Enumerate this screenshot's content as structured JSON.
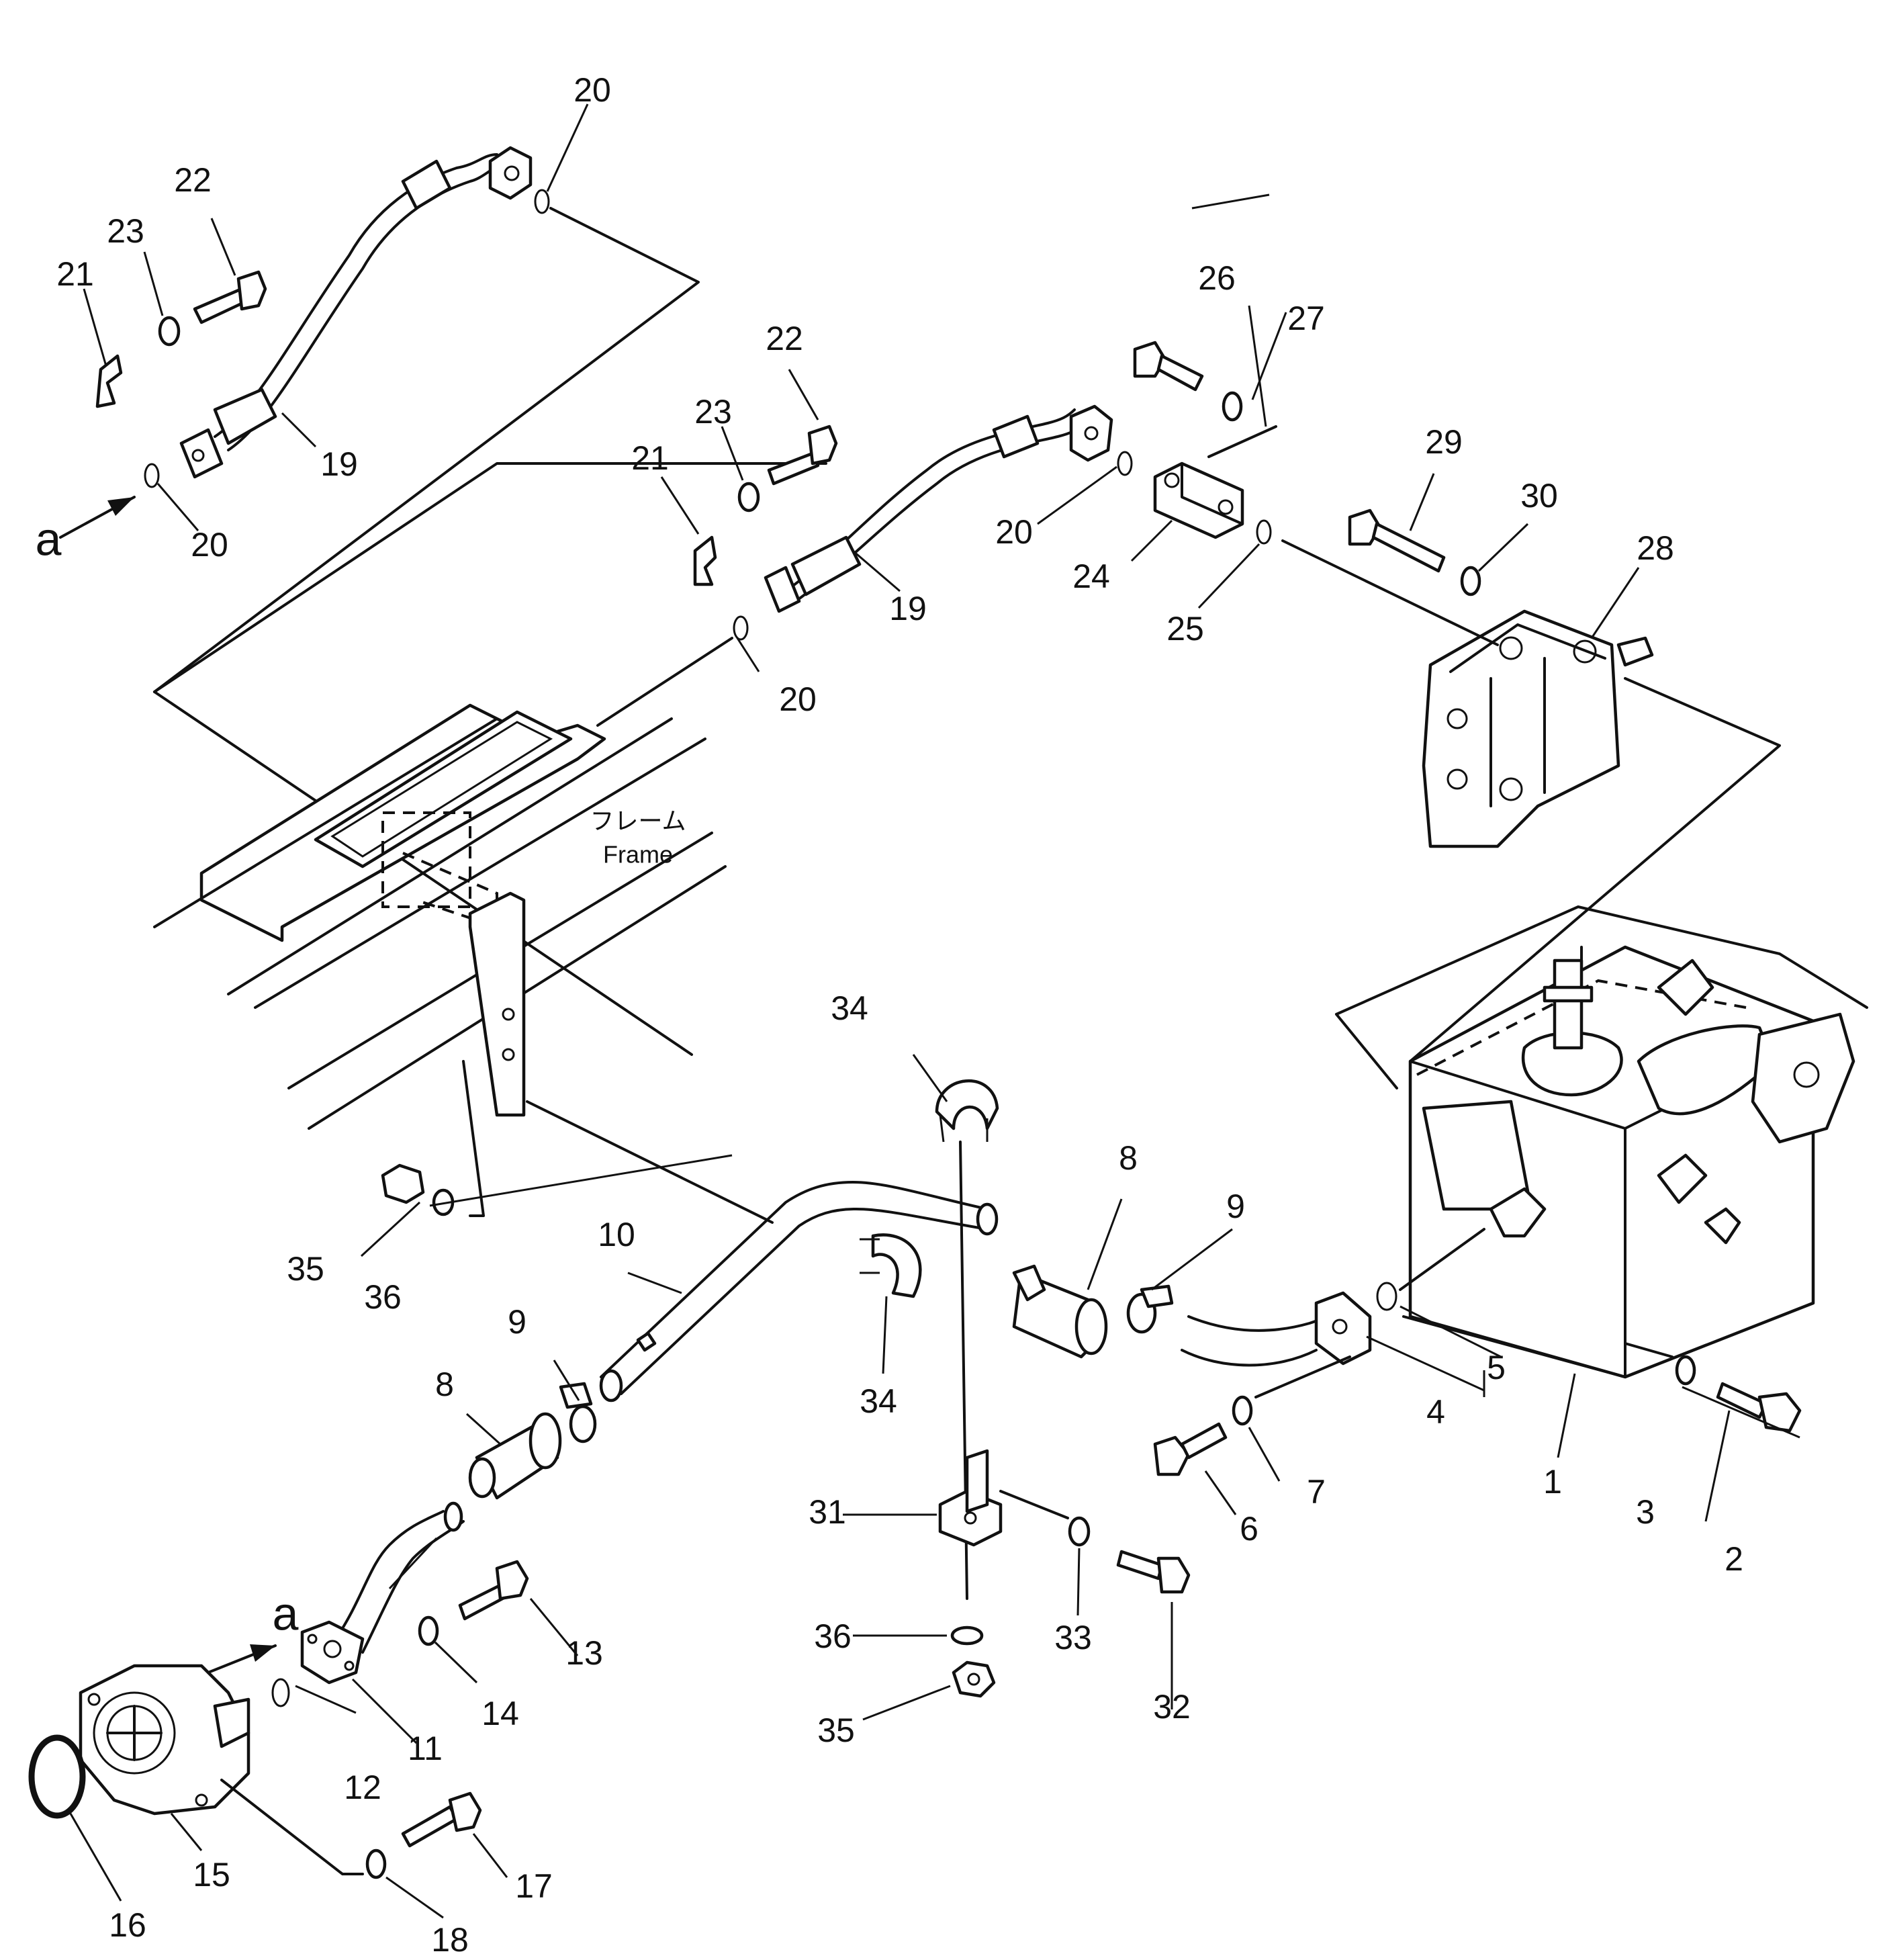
{
  "frame_label": {
    "jp": "フレーム",
    "en": "Frame"
  },
  "view_marker": "a",
  "parts": {
    "p1": "1",
    "p2": "2",
    "p3": "3",
    "p4": "4",
    "p5": "5",
    "p6": "6",
    "p7": "7",
    "p8": "8",
    "p9": "9",
    "p10": "10",
    "p11": "11",
    "p12": "12",
    "p13": "13",
    "p14": "14",
    "p15": "15",
    "p16": "16",
    "p17": "17",
    "p18": "18",
    "p19": "19",
    "p20": "20",
    "p21": "21",
    "p22": "22",
    "p23": "23",
    "p24": "24",
    "p25": "25",
    "p26": "26",
    "p27": "27",
    "p28": "28",
    "p29": "29",
    "p30": "30",
    "p31": "31",
    "p32": "32",
    "p33": "33",
    "p34": "34",
    "p35": "35",
    "p36": "36"
  }
}
